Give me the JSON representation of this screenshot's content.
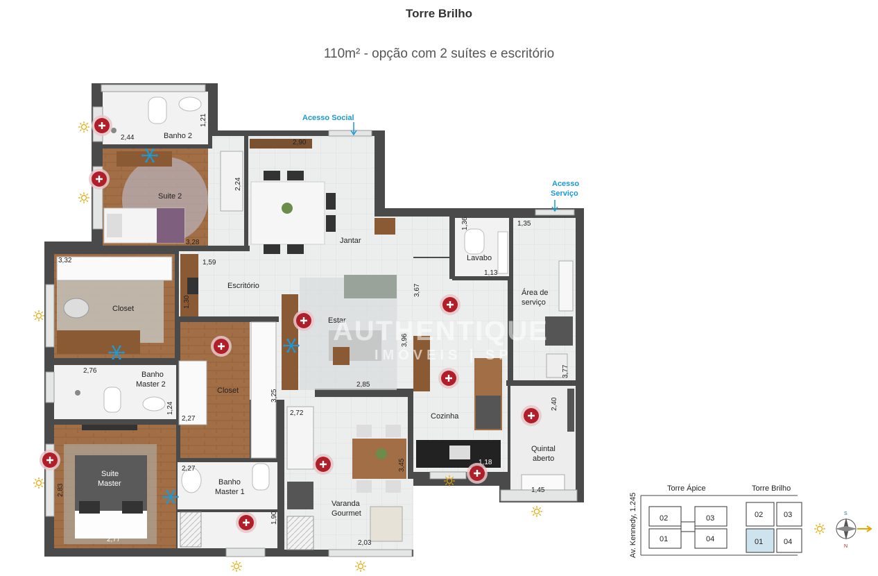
{
  "header": {
    "title": "Torre Brilho",
    "subtitle": "110m² - opção com 2 suítes e escritório"
  },
  "access": {
    "social": "Acesso Social",
    "service_line1": "Acesso",
    "service_line2": "Serviço"
  },
  "rooms": {
    "banho2": "Banho 2",
    "suite2": "Suite 2",
    "jantar": "Jantar",
    "lavabo": "Lavabo",
    "area_servico_1": "Área de",
    "area_servico_2": "serviço",
    "escritorio": "Escritório",
    "closet1": "Closet",
    "estar": "Estar",
    "banho_master2_1": "Banho",
    "banho_master2_2": "Master 2",
    "closet2": "Closet",
    "cozinha": "Cozinha",
    "quintal_1": "Quintal",
    "quintal_2": "aberto",
    "suite_master_1": "Suite",
    "suite_master_2": "Master",
    "banho_master1_1": "Banho",
    "banho_master1_2": "Master 1",
    "varanda_1": "Varanda",
    "varanda_2": "Gourmet"
  },
  "dimensions": {
    "d_121": "1,21",
    "d_244": "2,44",
    "d_290": "2,90",
    "d_224": "2,24",
    "d_328": "3,28",
    "d_136": "1,36",
    "d_135": "1,35",
    "d_332": "3,32",
    "d_159": "1,59",
    "d_113": "1,13",
    "d_367": "3,67",
    "d_130": "1,30",
    "d_396": "3,96",
    "d_276": "2,76",
    "d_377": "3,77",
    "d_325": "3,25",
    "d_285": "2,85",
    "d_124": "1,24",
    "d_227a": "2,27",
    "d_272": "2,72",
    "d_240": "2,40",
    "d_345": "3,45",
    "d_118": "1,18",
    "d_227b": "2,27",
    "d_283": "2,83",
    "d_145": "1,45",
    "d_190": "1,90",
    "d_277": "2,77",
    "d_203": "2,03"
  },
  "watermark": {
    "line1": "AUTHENTIQUE",
    "line2": "IMÓVEIS | SP"
  },
  "keyplan": {
    "street": "Av. Kennedy, 1.245",
    "tower_a": "Torre Ápice",
    "tower_b": "Torre Brilho",
    "units_a": [
      "02",
      "03",
      "01",
      "04"
    ],
    "units_b": [
      "02",
      "03",
      "01",
      "04"
    ],
    "compass_s": "S",
    "compass_n": "N"
  },
  "colors": {
    "wall": "#4a4a4a",
    "floor_tile": "#eef0f0",
    "wood": "#a8734a",
    "access": "#1a9ad6",
    "marker": "#b01e2a",
    "selected_unit": "#cfe3ef"
  }
}
